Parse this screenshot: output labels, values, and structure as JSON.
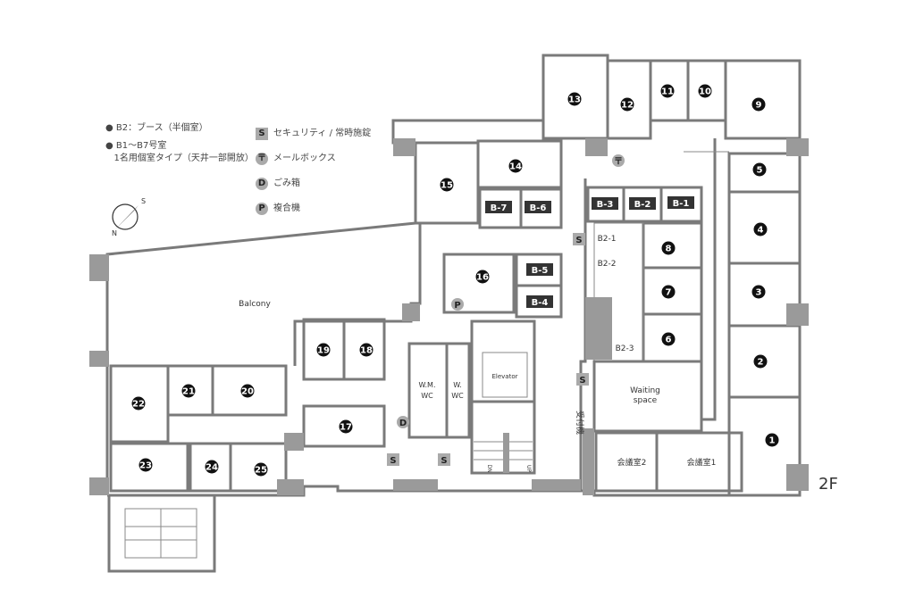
{
  "floor_label": "2F",
  "legend_left": [
    {
      "text": "B2：ブース（半個室）"
    },
    {
      "text": "B1〜B7号室",
      "sub": "1名用個室タイプ（天井一部開放）"
    }
  ],
  "legend_right": [
    {
      "icon": "S",
      "name": "security",
      "text": "セキュリティ / 常時施錠"
    },
    {
      "icon": "〒",
      "name": "mailbox",
      "text": "メールボックス"
    },
    {
      "icon": "D",
      "name": "trash",
      "text": "ごみ箱"
    },
    {
      "icon": "P",
      "name": "printer",
      "text": "複合機"
    }
  ],
  "compass": {
    "north": "N",
    "south": "S"
  },
  "rooms": [
    "1",
    "2",
    "3",
    "4",
    "5",
    "6",
    "7",
    "8",
    "9",
    "10",
    "11",
    "12",
    "13",
    "14",
    "15",
    "16",
    "17",
    "18",
    "19",
    "20",
    "21",
    "22",
    "23",
    "24",
    "25"
  ],
  "booths": [
    "B-1",
    "B-2",
    "B-3",
    "B-4",
    "B-5",
    "B-6",
    "B-7"
  ],
  "b2_booths": [
    "B2-1",
    "B2-2",
    "B2-3"
  ],
  "areas": {
    "balcony": "Balcony",
    "elevator": "Elevator",
    "wm_wc": [
      "W.M.",
      "WC"
    ],
    "w_wc": [
      "W.",
      "WC"
    ],
    "waiting": [
      "Waiting",
      "space"
    ],
    "meeting1": "会議室1",
    "meeting2": "会議室2",
    "reception": "受付機",
    "stair_dn": "DN",
    "stair_up": "UP"
  },
  "markers": {
    "security": "S",
    "mailbox": "〒",
    "trash": "D",
    "printer": "P"
  }
}
